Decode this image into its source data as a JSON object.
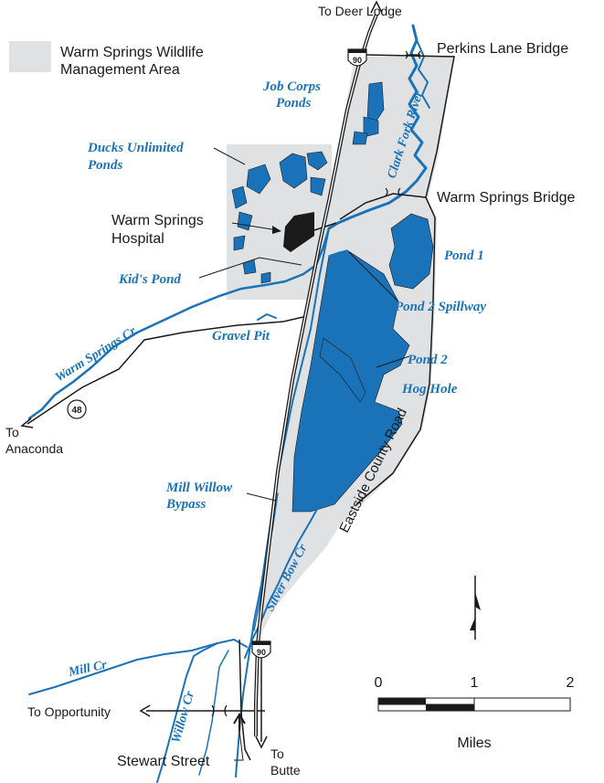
{
  "legend": {
    "area_label_line1": "Warm Springs Wildlife",
    "area_label_line2": "Management Area",
    "area_color": "#e0e1e3"
  },
  "colors": {
    "water": "#1a73b8",
    "roads": "#1a1a1a",
    "area": "#e0e1e3"
  },
  "labels": {
    "to_deer_lodge": "To Deer Lodge",
    "perkins_lane_bridge": "Perkins Lane Bridge",
    "warm_springs_bridge": "Warm Springs Bridge",
    "hospital_line1": "Warm Springs",
    "hospital_line2": "Hospital",
    "to_anaconda_line1": "To",
    "to_anaconda_line2": "Anaconda",
    "to_opportunity": "To Opportunity",
    "stewart_street": "Stewart Street",
    "to_butte_line1": "To",
    "to_butte_line2": "Butte",
    "eastside_county_road": "Eastside County Road"
  },
  "water_labels": {
    "job_corps_line1": "Job Corps",
    "job_corps_line2": "Ponds",
    "ducks_unlimited_line1": "Ducks Unlimited",
    "ducks_unlimited_line2": "Ponds",
    "clark_fork_river": "Clark Fork River",
    "pond_1": "Pond 1",
    "kids_pond": "Kid's Pond",
    "pond_2_spillway": "Pond 2 Spillway",
    "warm_springs_cr": "Warm Springs Cr",
    "gravel_pit": "Gravel Pit",
    "pond_2": "Pond 2",
    "hog_hole": "Hog Hole",
    "mill_willow_line1": "Mill Willow",
    "mill_willow_line2": "Bypass",
    "silver_bow_cr": "Silver Bow Cr",
    "mill_cr": "Mill Cr",
    "willow_cr": "Willow Cr"
  },
  "shields": {
    "i90_north": "90",
    "i90_south": "90",
    "hwy_48": "48"
  },
  "scale_bar": {
    "ticks": [
      "0",
      "1",
      "2"
    ],
    "unit": "Miles",
    "max_value": 2
  },
  "north_arrow": {
    "icon": "north-arrow-icon"
  }
}
